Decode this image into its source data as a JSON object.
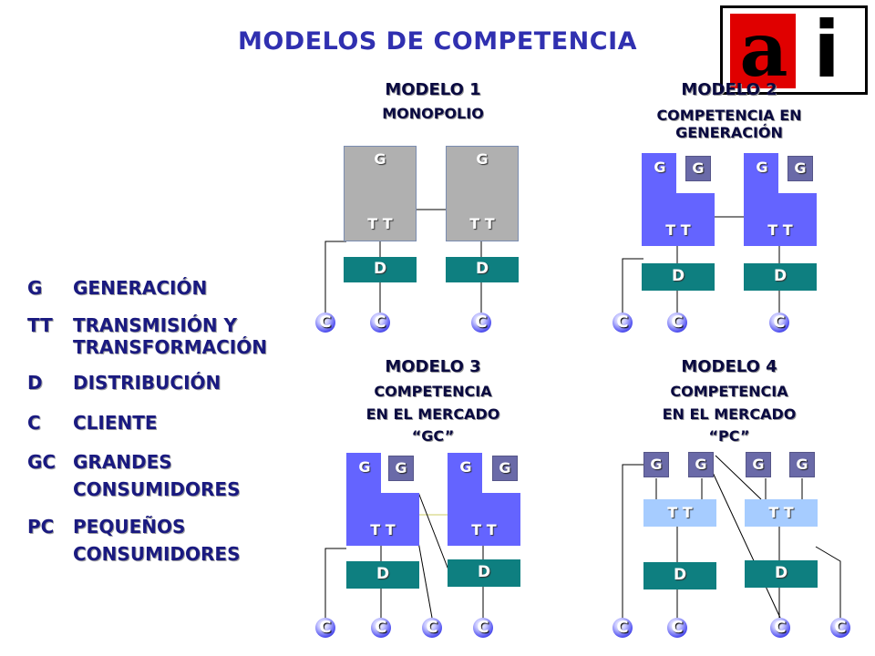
{
  "title": "MODELOS DE COMPETENCIA",
  "logo": {
    "text_a": "a",
    "text_i": "i",
    "red": "#e00000"
  },
  "models": [
    {
      "title": "MODELO  1",
      "sub1": "MONOPOLIO",
      "sub2": "",
      "sub3": ""
    },
    {
      "title": "MODELO  2",
      "sub1": "COMPETENCIA EN",
      "sub2": "GENERACIÓN",
      "sub3": ""
    },
    {
      "title": "MODELO  3",
      "sub1": "COMPETENCIA",
      "sub2": "EN EL MERCADO",
      "sub3": "“GC”"
    },
    {
      "title": "MODELO  4",
      "sub1": "COMPETENCIA",
      "sub2": "EN EL MERCADO",
      "sub3": "“PC”"
    }
  ],
  "labels": {
    "g": "G",
    "tt": "T T",
    "d": "D",
    "c": "C"
  },
  "legend": [
    {
      "abbr": "G",
      "text1": "GENERACIÓN",
      "text2": ""
    },
    {
      "abbr": "TT",
      "text1": "TRANSMISIÓN Y",
      "text2": "TRANSFORMACIÓN"
    },
    {
      "abbr": "D",
      "text1": "DISTRIBUCIÓN",
      "text2": ""
    },
    {
      "abbr": "C",
      "text1": "CLIENTE",
      "text2": ""
    },
    {
      "abbr": "GC",
      "text1": "GRANDES",
      "text2": "CONSUMIDORES"
    },
    {
      "abbr": "PC",
      "text1": "PEQUEÑOS",
      "text2": "CONSUMIDORES"
    }
  ],
  "colors": {
    "title": "#3030b0",
    "gray_box": "#b0b0b0",
    "blue_box": "#6464ff",
    "teal": "#0e7f80",
    "light_blue": "#a6ccff",
    "small_g": "#6a6aa8"
  }
}
